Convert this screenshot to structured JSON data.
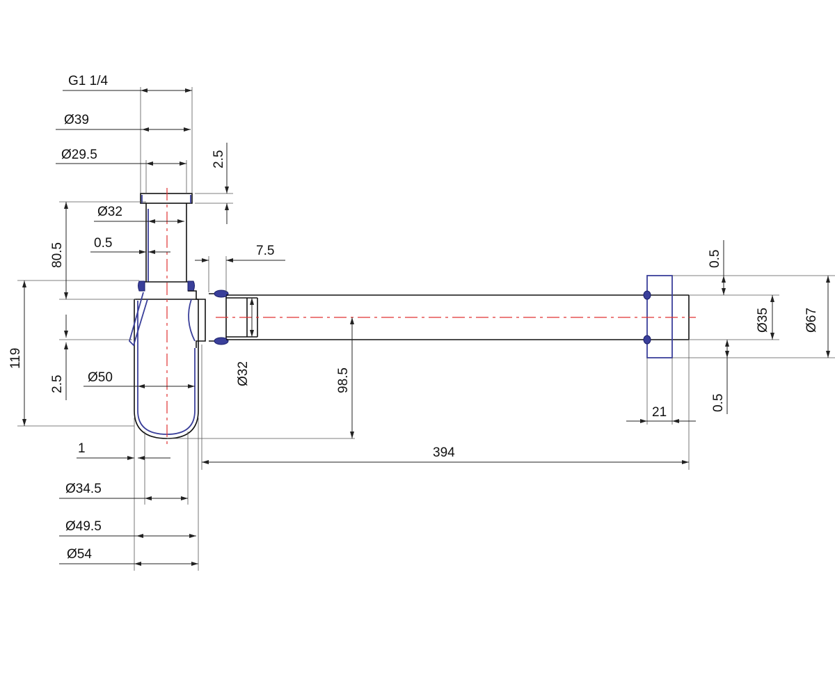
{
  "colors": {
    "line": "#111111",
    "centerline": "#e03030",
    "seal": "#3a3f9a",
    "background": "#ffffff"
  },
  "labels": {
    "thread": "G1 1/4",
    "d39": "Ø39",
    "d29_5": "Ø29.5",
    "h2_5_top": "2.5",
    "d32_top": "Ø32",
    "h80_5": "80.5",
    "w0_5_left": "0.5",
    "w7_5": "7.5",
    "h0_5_top_right": "0.5",
    "d35": "Ø35",
    "d67": "Ø67",
    "h119": "119",
    "h2_5_left": "2.5",
    "d50": "Ø50",
    "d32_pipe": "Ø32",
    "h98_5": "98.5",
    "h0_5_bottom_right": "0.5",
    "w21": "21",
    "w1": "1",
    "w394": "394",
    "d34_5": "Ø34.5",
    "d49_5": "Ø49.5",
    "d54": "Ø54"
  }
}
